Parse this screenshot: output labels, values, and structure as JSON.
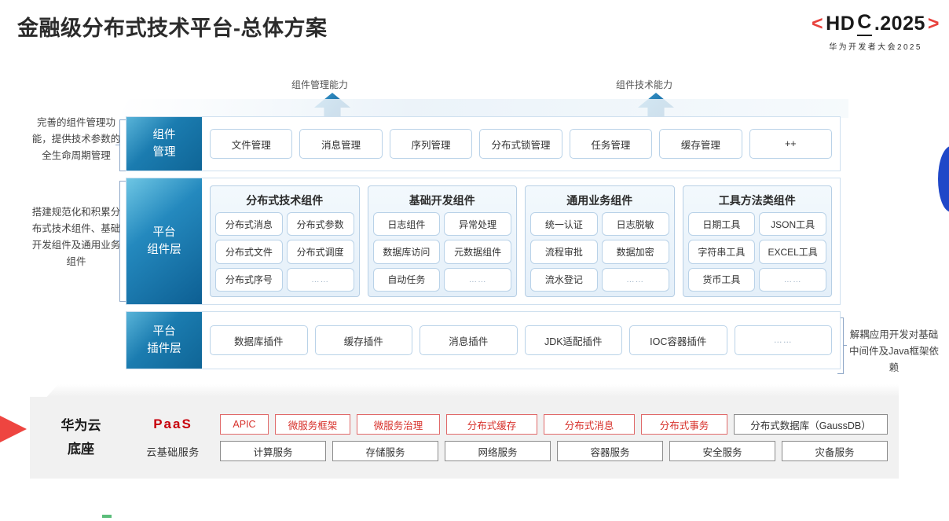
{
  "header": {
    "title": "金融级分布式技术平台-总体方案",
    "logo": {
      "left_angle": "<",
      "right_angle": ">",
      "main_pre": "HD",
      "main_c": "C",
      "main_post": ".2025",
      "subtitle": "华为开发者大会2025",
      "accent_color": "#e8413c"
    }
  },
  "arrows": {
    "mgmt_label": "组件管理能力",
    "tech_label": "组件技术能力"
  },
  "side_notes": {
    "left_top": "完善的组件管理功能，提供技术参数的全生命周期管理",
    "left_mid": "搭建规范化和积累分布式技术组件、基础开发组件及通用业务组件",
    "right_plugin": "解耦应用开发对基础中间件及Java框架依赖"
  },
  "bands": {
    "mgmt": {
      "label": "组件\n管理",
      "label_line1": "组件",
      "label_line2": "管理",
      "items": [
        "文件管理",
        "消息管理",
        "序列管理",
        "分布式锁管理",
        "任务管理",
        "缓存管理",
        "++"
      ]
    },
    "platform": {
      "label_line1": "平台",
      "label_line2": "组件层",
      "groups": [
        {
          "title": "分布式技术组件",
          "cells": [
            "分布式消息",
            "分布式参数",
            "分布式文件",
            "分布式调度",
            "分布式序号",
            "……"
          ]
        },
        {
          "title": "基础开发组件",
          "cells": [
            "日志组件",
            "异常处理",
            "数据库访问",
            "元数据组件",
            "自动任务",
            "……"
          ]
        },
        {
          "title": "通用业务组件",
          "cells": [
            "统一认证",
            "日志脱敏",
            "流程审批",
            "数据加密",
            "流水登记",
            "……"
          ]
        },
        {
          "title": "工具方法类组件",
          "cells": [
            "日期工具",
            "JSON工具",
            "字符串工具",
            "EXCEL工具",
            "货币工具",
            "……"
          ]
        }
      ]
    },
    "plugin": {
      "label_line1": "平台",
      "label_line2": "插件层",
      "items": [
        "数据库插件",
        "缓存插件",
        "消息插件",
        "JDK适配插件",
        "IOC容器插件",
        "……"
      ]
    }
  },
  "paas": {
    "left_line1": "华为云",
    "left_line2": "底座",
    "row1_key": "PaaS",
    "row2_key": "云基础服务",
    "row1_items": [
      {
        "label": "APIC",
        "style": "red"
      },
      {
        "label": "微服务框架",
        "style": "red"
      },
      {
        "label": "微服务治理",
        "style": "red"
      },
      {
        "label": "分布式缓存",
        "style": "red"
      },
      {
        "label": "分布式消息",
        "style": "red"
      },
      {
        "label": "分布式事务",
        "style": "red"
      },
      {
        "label": "分布式数据库（GaussDB）",
        "style": "gray"
      }
    ],
    "row2_items": [
      "计算服务",
      "存储服务",
      "网络服务",
      "容器服务",
      "安全服务",
      "灾备服务"
    ]
  }
}
